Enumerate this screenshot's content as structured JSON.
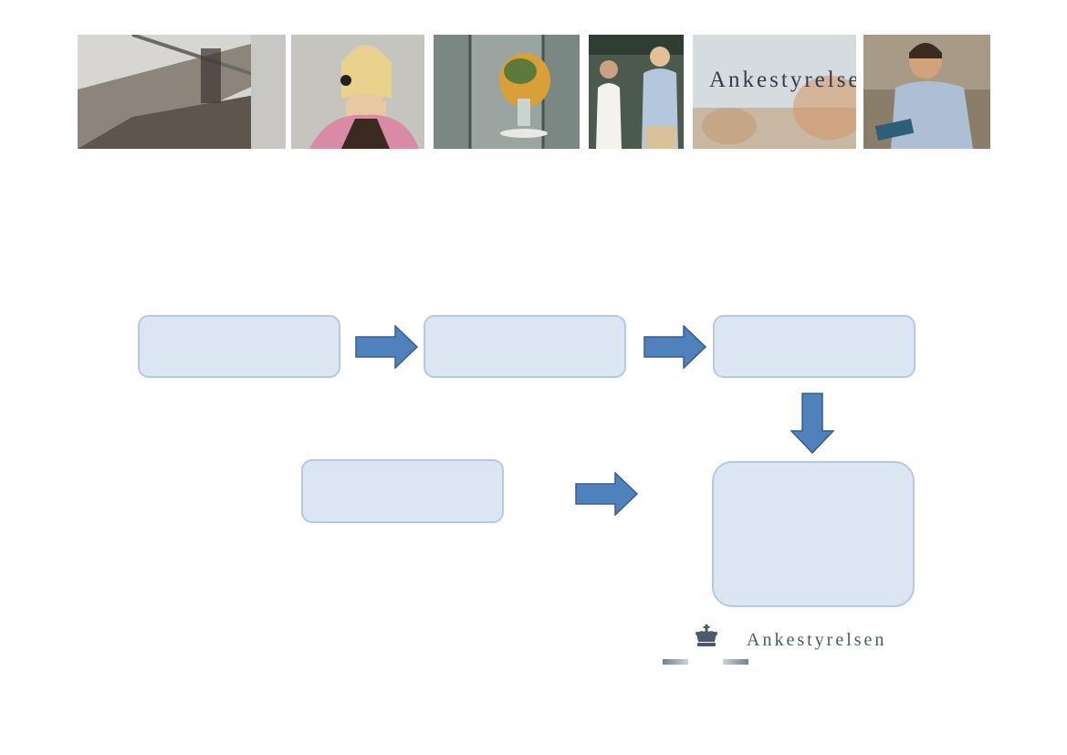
{
  "banner": {
    "photos": [
      {
        "subject": "staircase-photo"
      },
      {
        "subject": "call-center-agent-photo"
      },
      {
        "subject": "lobby-flowers-photo"
      },
      {
        "subject": "walking-colleagues-photo"
      },
      {
        "subject": "glass-sign-photo",
        "sign_text": "Ankestyrelsen"
      },
      {
        "subject": "reading-man-photo"
      }
    ]
  },
  "flow": {
    "boxes": [
      "",
      "",
      "",
      "",
      ""
    ],
    "arrows": [
      "right",
      "right",
      "down",
      "right"
    ]
  },
  "logo": {
    "icon": "crown-icon",
    "text": "Ankestyrelsen",
    "color": "#4a5a6a"
  },
  "colors": {
    "box_fill": "#dce6f2",
    "box_border": "#b7c9e2",
    "arrow_fill": "#4f81bd",
    "arrow_stroke": "#385d8a"
  }
}
